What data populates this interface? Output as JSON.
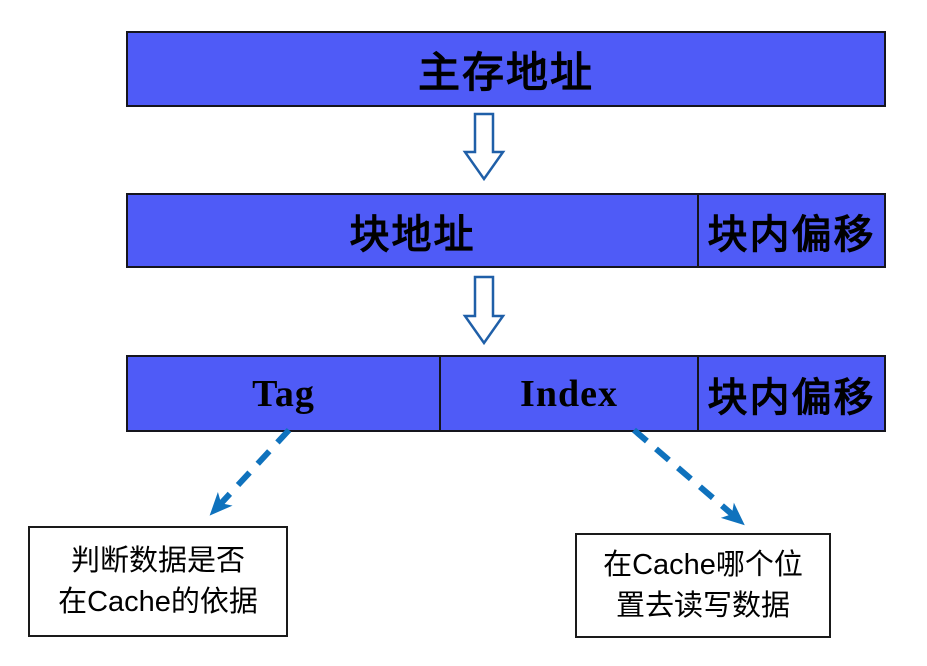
{
  "diagram": {
    "title_hint": "cache-address-mapping-diagram",
    "address_bars": {
      "main_memory": {
        "label": "主存地址"
      },
      "block_level": {
        "block_address": "块地址",
        "block_offset": "块内偏移"
      },
      "cache_level": {
        "tag": "Tag",
        "index": "Index",
        "block_offset": "块内偏移"
      }
    },
    "notes": {
      "tag_note": {
        "line1": "判断数据是否",
        "line2": "在Cache的依据"
      },
      "index_note": {
        "line1": "在Cache哪个位",
        "line2": "置去读写数据"
      }
    },
    "icons": {
      "down_arrow": "hollow-block-arrow-down",
      "dashed_arrow": "dashed-diagonal-arrow"
    },
    "colors": {
      "bar_fill": "#4F5BF7",
      "bar_border": "#15151d",
      "hollow_arrow_stroke": "#1F5FA8",
      "dashed_arrow": "#0F72BD",
      "note_border": "#1a1a1a",
      "text": "#000000",
      "background": "#ffffff"
    }
  }
}
